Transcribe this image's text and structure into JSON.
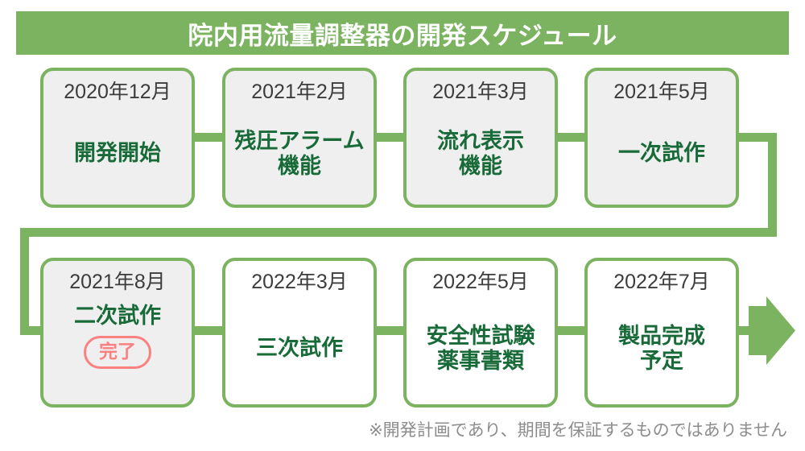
{
  "header": {
    "title": "院内用流量調整器の開発スケジュール",
    "background_color": "#7bb361",
    "text_color": "#ffffff"
  },
  "theme": {
    "accent_green": "#7bb361",
    "label_green": "#186b38",
    "card_shaded_fill": "#efefef",
    "card_fill": "#ffffff",
    "date_text_color": "#3c3c3c",
    "badge_color": "#fb8080",
    "note_color": "#8c8c8c"
  },
  "timeline": {
    "rows": [
      {
        "row_index": 0,
        "cards": [
          {
            "date": "2020年12月",
            "label": "開発開始",
            "shaded": true,
            "badge": null
          },
          {
            "date": "2021年2月",
            "label": "残圧アラーム\n機能",
            "shaded": true,
            "badge": null
          },
          {
            "date": "2021年3月",
            "label": "流れ表示\n機能",
            "shaded": true,
            "badge": null
          },
          {
            "date": "2021年5月",
            "label": "一次試作",
            "shaded": true,
            "badge": null
          }
        ]
      },
      {
        "row_index": 1,
        "cards": [
          {
            "date": "2021年8月",
            "label": "二次試作",
            "shaded": true,
            "badge": "完了"
          },
          {
            "date": "2022年3月",
            "label": "三次試作",
            "shaded": false,
            "badge": null
          },
          {
            "date": "2022年5月",
            "label": "安全性試験\n薬事書類",
            "shaded": false,
            "badge": null
          },
          {
            "date": "2022年7月",
            "label": "製品完成\n予定",
            "shaded": false,
            "badge": null
          }
        ]
      }
    ]
  },
  "footer": {
    "note": "※開発計画であり、期間を保証するものではありません"
  },
  "icons": {
    "flow_arrow": "arrow-right-icon",
    "wrap_connector": "wrap-connector-icon"
  }
}
